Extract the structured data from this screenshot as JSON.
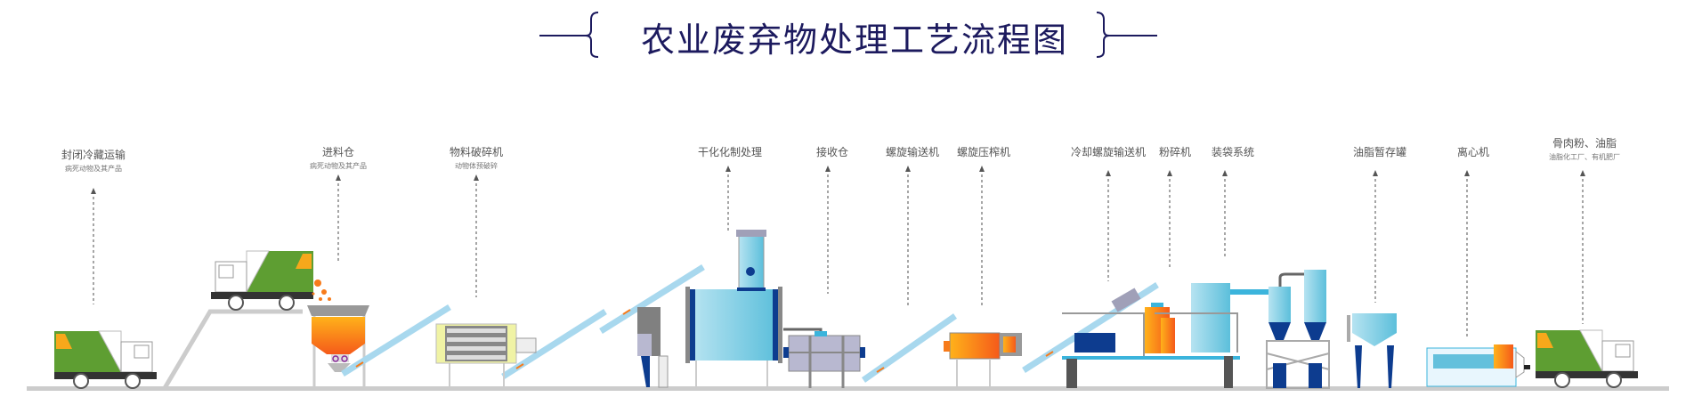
{
  "title": "农业废弃物处理工艺流程图",
  "steps": [
    {
      "label": "封闭冷藏运输",
      "sub": "病死动物及其产品"
    },
    {
      "label": "进料仓",
      "sub": "病死动物及其产品"
    },
    {
      "label": "物料破碎机",
      "sub": "动物体预破碎"
    },
    {
      "label": "干化化制处理",
      "sub": ""
    },
    {
      "label": "接收仓",
      "sub": ""
    },
    {
      "label": "螺旋输送机",
      "sub": ""
    },
    {
      "label": "螺旋压榨机",
      "sub": ""
    },
    {
      "label": "冷却螺旋输送机",
      "sub": ""
    },
    {
      "label": "粉碎机",
      "sub": ""
    },
    {
      "label": "装袋系统",
      "sub": ""
    },
    {
      "label": "油脂暂存罐",
      "sub": ""
    },
    {
      "label": "离心机",
      "sub": ""
    },
    {
      "label": "骨肉粉、油脂",
      "sub": "油脂化工厂、有机肥厂"
    }
  ],
  "colors": {
    "title": "#1c1a5e",
    "truck_green": "#5e9e32",
    "truck_orange": "#f7a81b",
    "conveyor": "#a8d8ee",
    "machine_blue": "#63c0dc",
    "dark_blue": "#0d3c8f",
    "orange": "#f77b1b",
    "ground": "#cccccc"
  }
}
